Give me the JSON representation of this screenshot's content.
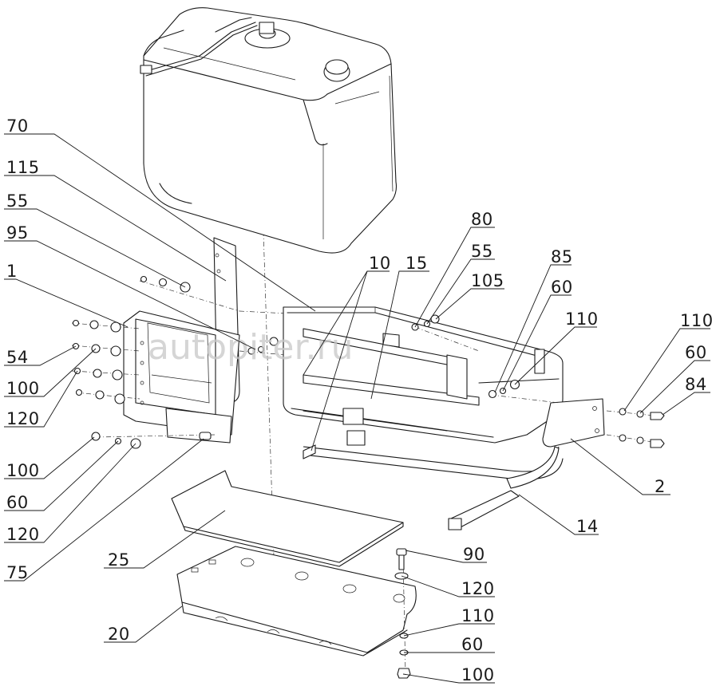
{
  "watermark": "autopiter.ru",
  "labels": {
    "l70": "70",
    "l115": "115",
    "l55a": "55",
    "l95": "95",
    "l1": "1",
    "l54": "54",
    "l100a": "100",
    "l120a": "120",
    "l100b": "100",
    "l60a": "60",
    "l120b": "120",
    "l75": "75",
    "l10": "10",
    "l15": "15",
    "l80": "80",
    "l55b": "55",
    "l105": "105",
    "l85": "85",
    "l60b": "60",
    "l110a": "110",
    "l110b": "110",
    "l60c": "60",
    "l84": "84",
    "l2": "2",
    "l14": "14",
    "l90": "90",
    "l120c": "120",
    "l110c": "110",
    "l60d": "60",
    "l100c": "100",
    "l25": "25",
    "l20": "20"
  }
}
